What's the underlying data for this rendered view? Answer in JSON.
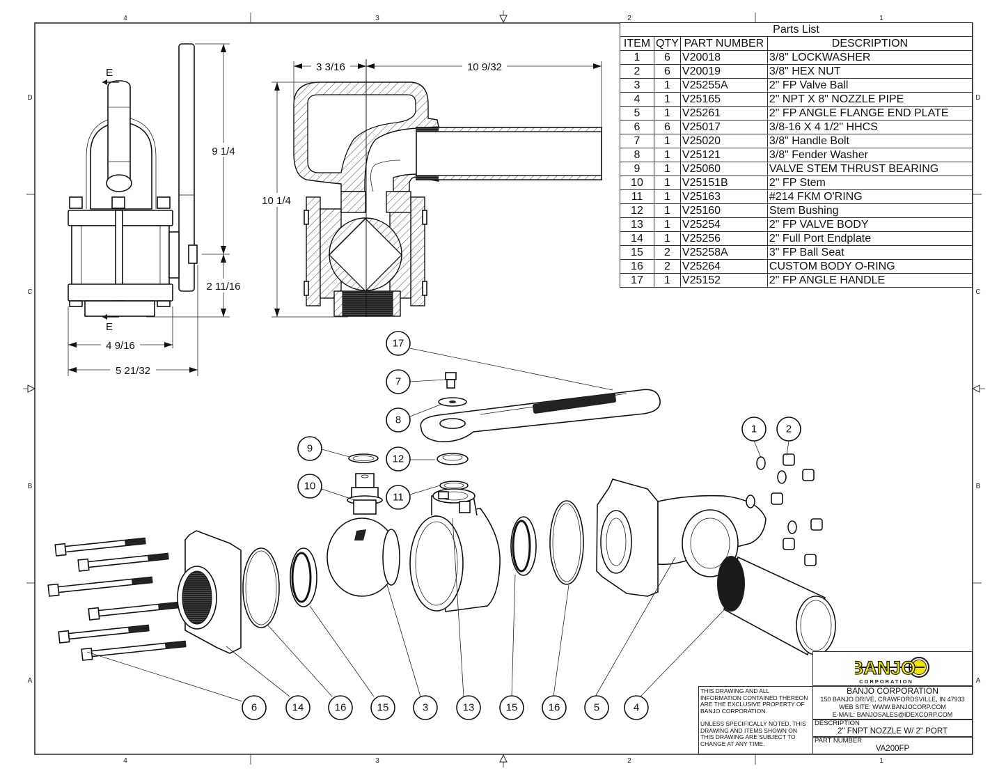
{
  "sheet": {
    "column_zones": [
      "4",
      "3",
      "2",
      "1"
    ],
    "row_zones": [
      "D",
      "C",
      "B",
      "A"
    ]
  },
  "side_view": {
    "section_marker_top": "E",
    "section_marker_bottom": "E",
    "dimensions": {
      "handle_height": "9 1/4",
      "lower_height": "2 11/16",
      "body_width": "4 9/16",
      "overall_width": "5 21/32"
    }
  },
  "section_view": {
    "dimensions": {
      "left_offset": "3 3/16",
      "pipe_length": "10 9/32",
      "overall_height": "10 1/4"
    }
  },
  "parts_list": {
    "title": "Parts List",
    "columns": [
      "ITEM",
      "QTY",
      "PART NUMBER",
      "DESCRIPTION"
    ],
    "rows": [
      {
        "item": "1",
        "qty": "6",
        "part_number": "V20018",
        "description": "3/8\" LOCKWASHER"
      },
      {
        "item": "2",
        "qty": "6",
        "part_number": "V20019",
        "description": "3/8\" HEX NUT"
      },
      {
        "item": "3",
        "qty": "1",
        "part_number": "V25255A",
        "description": "2\" FP Valve Ball"
      },
      {
        "item": "4",
        "qty": "1",
        "part_number": "V25165",
        "description": "2\" NPT X 8\" NOZZLE PIPE"
      },
      {
        "item": "5",
        "qty": "1",
        "part_number": "V25261",
        "description": "2\" FP ANGLE FLANGE END PLATE"
      },
      {
        "item": "6",
        "qty": "6",
        "part_number": "V25017",
        "description": "3/8-16 X 4 1/2\" HHCS"
      },
      {
        "item": "7",
        "qty": "1",
        "part_number": "V25020",
        "description": "3/8\" Handle Bolt"
      },
      {
        "item": "8",
        "qty": "1",
        "part_number": "V25121",
        "description": "3/8\" Fender Washer"
      },
      {
        "item": "9",
        "qty": "1",
        "part_number": "V25060",
        "description": "VALVE STEM THRUST BEARING"
      },
      {
        "item": "10",
        "qty": "1",
        "part_number": "V25151B",
        "description": "2\" FP Stem"
      },
      {
        "item": "11",
        "qty": "1",
        "part_number": "V25163",
        "description": "#214 FKM O'RING"
      },
      {
        "item": "12",
        "qty": "1",
        "part_number": "V25160",
        "description": "Stem Bushing"
      },
      {
        "item": "13",
        "qty": "1",
        "part_number": "V25254",
        "description": "2\" FP VALVE BODY"
      },
      {
        "item": "14",
        "qty": "1",
        "part_number": "V25256",
        "description": "2\" Full Port Endplate"
      },
      {
        "item": "15",
        "qty": "2",
        "part_number": "V25258A",
        "description": "3\" FP Ball Seat"
      },
      {
        "item": "16",
        "qty": "2",
        "part_number": "V25264",
        "description": "CUSTOM BODY O-RING"
      },
      {
        "item": "17",
        "qty": "1",
        "part_number": "V25152",
        "description": "2\" FP ANGLE HANDLE"
      }
    ]
  },
  "exploded_view": {
    "callouts_upper": [
      "17",
      "7",
      "8",
      "9",
      "12",
      "10",
      "11",
      "1",
      "2"
    ],
    "callouts_bottom": [
      "6",
      "14",
      "16",
      "15",
      "3",
      "13",
      "15",
      "16",
      "5",
      "4"
    ]
  },
  "title_block": {
    "logo": {
      "wordmark": "BANJO",
      "tagline": "CORPORATION",
      "brand_yellow": "#f2e600",
      "outline": "#1a1a1a"
    },
    "company_name": "BANJO CORPORATION",
    "address": "150 BANJO DRIVE, CRAWFORDSVILLE, IN 47933",
    "website": "WEB SITE: WWW.BANJOCORP.COM",
    "email": "E-MAIL: BANJOSALES@IDEXCORP.COM",
    "notice_1": "THIS DRAWING AND ALL INFORMATION CONTAINED THEREON ARE THE EXCLUSIVE PROPERTY OF BANJO CORPORATION.",
    "notice_2": "UNLESS SPECIFICALLY NOTED, THIS DRAWING AND ITEMS SHOWN ON THIS DRAWING ARE SUBJECT TO CHANGE AT ANY TIME.",
    "description_label": "DESCRIPTION",
    "description_value": "2\" FNPT NOZZLE W/ 2\" PORT",
    "part_number_label": "PART NUMBER",
    "part_number_value": "VA200FP"
  }
}
